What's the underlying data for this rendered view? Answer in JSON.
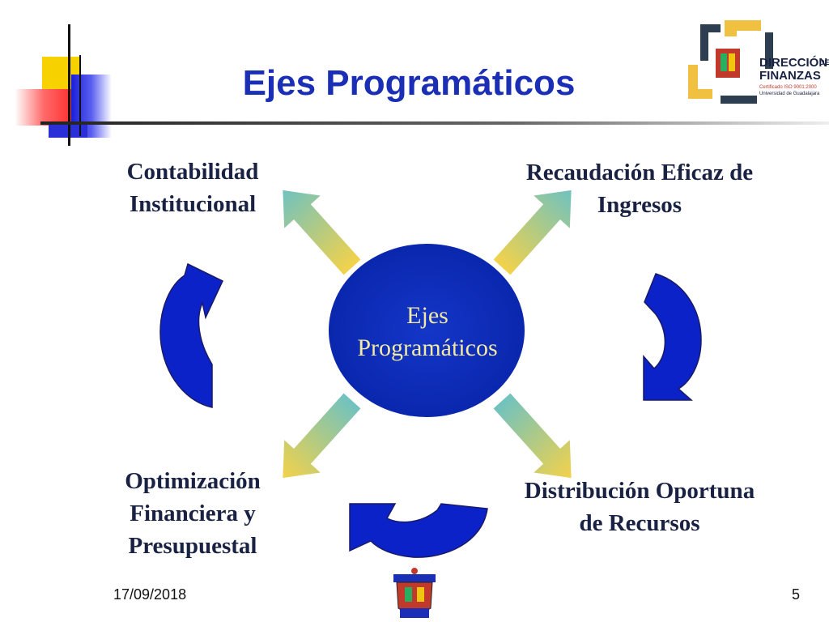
{
  "title": "Ejes Programáticos",
  "center": {
    "line1": "Ejes",
    "line2": "Programáticos"
  },
  "nodes": {
    "top_left": {
      "line1": "Contabilidad",
      "line2": "Institucional"
    },
    "top_right": {
      "line1": "Recaudación Eficaz de",
      "line2": "Ingresos"
    },
    "bottom_left": {
      "line1": "Optimización",
      "line2": "Financiera y",
      "line3": "Presupuestal"
    },
    "bottom_right": {
      "line1": "Distribución Oportuna",
      "line2": "de Recursos"
    }
  },
  "logo": {
    "line1": "DIRECCIÓN",
    "line2": "DE",
    "line3": "FINANZAS",
    "line4": "Certificado ISO 9001:2000",
    "line5": "Universidad de Guadalajara"
  },
  "footer": {
    "date": "17/09/2018",
    "page": "5"
  },
  "colors": {
    "title": "#1a2fb5",
    "ellipse": "#0b2bb5",
    "cycle_arrow": "#0a22c8",
    "arrow_yellow": "#f3d24a",
    "arrow_teal": "#6fc2c0"
  },
  "icons": [
    "university-seal-icon",
    "finance-logo-icon"
  ]
}
